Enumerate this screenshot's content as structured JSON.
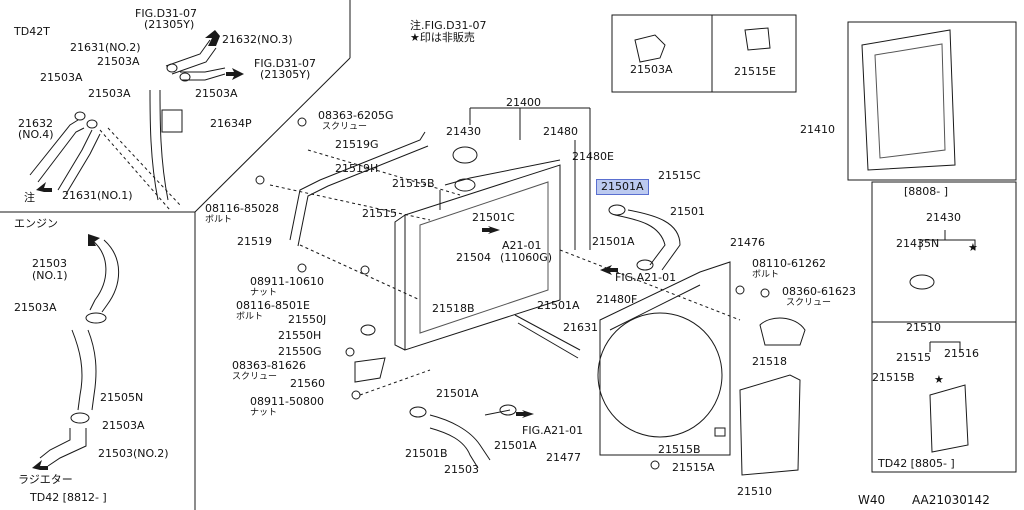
{
  "labels": {
    "td42t": "TD42T",
    "fig_d31_07_a": "FIG.D31-07",
    "fig_d31_07_a2": "(21305Y)",
    "p21632_no3": "21632(NO.3)",
    "p21631_no2": "21631(NO.2)",
    "p21503a_1": "21503A",
    "fig_d31_07_b": "FIG.D31-07",
    "fig_d31_07_b2": "(21305Y)",
    "p21503a_2": "21503A",
    "p21503a_3": "21503A",
    "p21503a_4": "21503A",
    "p21632_no4": "21632",
    "p21632_no4b": "(NO.4)",
    "p21634p": "21634P",
    "chu": "注",
    "p21631_no1": "21631(NO.1)",
    "note1": "注.FIG.D31-07",
    "note2": "★印は非販売",
    "p08363_6205g": "08363-6205G",
    "screw1": "スクリュー",
    "p21519g": "21519G",
    "p21519h": "21519H",
    "p08116_85028": "08116-85028",
    "bolt1": "ボルト",
    "p21519": "21519",
    "p21515b": "21515B",
    "p21515": "21515",
    "p08911_10610": "08911-10610",
    "nut1": "ナット",
    "p08116_8501e": "08116-8501E",
    "bolt2": "ボルト",
    "p21550j": "21550J",
    "p21550h": "21550H",
    "p21550g": "21550G",
    "p08363_81626": "08363-81626",
    "screw2": "スクリュー",
    "p21560": "21560",
    "p08911_50800": "08911-50800",
    "nut2": "ナット",
    "p21400": "21400",
    "p21430": "21430",
    "p21480": "21480",
    "p21480e": "21480E",
    "p21501a_hl": "21501A",
    "p21515c": "21515C",
    "p21501": "21501",
    "p21501c": "21501C",
    "fig_a21_01_a": "A21-01",
    "fig_a21_01_a2": "(11060G)",
    "p21504": "21504",
    "p21501a_5": "21501A",
    "fig_a21_01_b": "FIG.A21-01",
    "p21480f": "21480F",
    "p21518b": "21518B",
    "p21501a_6": "21501A",
    "p21631": "21631",
    "p21501a_7": "21501A",
    "p21501b": "21501B",
    "p21503": "21503",
    "p21501a_8": "21501A",
    "fig_a21_01_c": "FIG.A21-01",
    "p21477": "21477",
    "p21476": "21476",
    "p08110_61262": "08110-61262",
    "bolt3": "ボルト",
    "p08360_61623": "08360-61623",
    "screw3": "スクリュー",
    "p21518": "21518",
    "p21515b_2": "21515B",
    "p21515a": "21515A",
    "p21510": "21510",
    "engine": "エンジン",
    "p21503_no1": "21503",
    "p21503_no1b": "(NO.1)",
    "p21503a_9": "21503A",
    "p21505n": "21505N",
    "p21503a_10": "21503A",
    "p21503_no2": "21503(NO.2)",
    "radiator": "ラジエター",
    "td42_8812": "TD42 [8812-   ]",
    "box_21503a": "21503A",
    "box_21515e": "21515E",
    "p21410": "21410",
    "box_8808": "[8808-   ]",
    "box_21430": "21430",
    "box_21435n": "21435N",
    "star": "★",
    "box_21510": "21510",
    "box_21515": "21515",
    "box_21516": "21516",
    "box_21515b": "21515B",
    "box_star": "★",
    "td42_8805": "TD42 [8805-   ]",
    "footer_w40": "W40",
    "footer_code": "AA21030142"
  },
  "colors": {
    "line": "#1a1a1a",
    "highlight_fill": "#bccaf0",
    "highlight_border": "#5a6fd0",
    "watermark": "#e2e2e2"
  },
  "icons": {
    "arrow": "arrow-icon"
  }
}
